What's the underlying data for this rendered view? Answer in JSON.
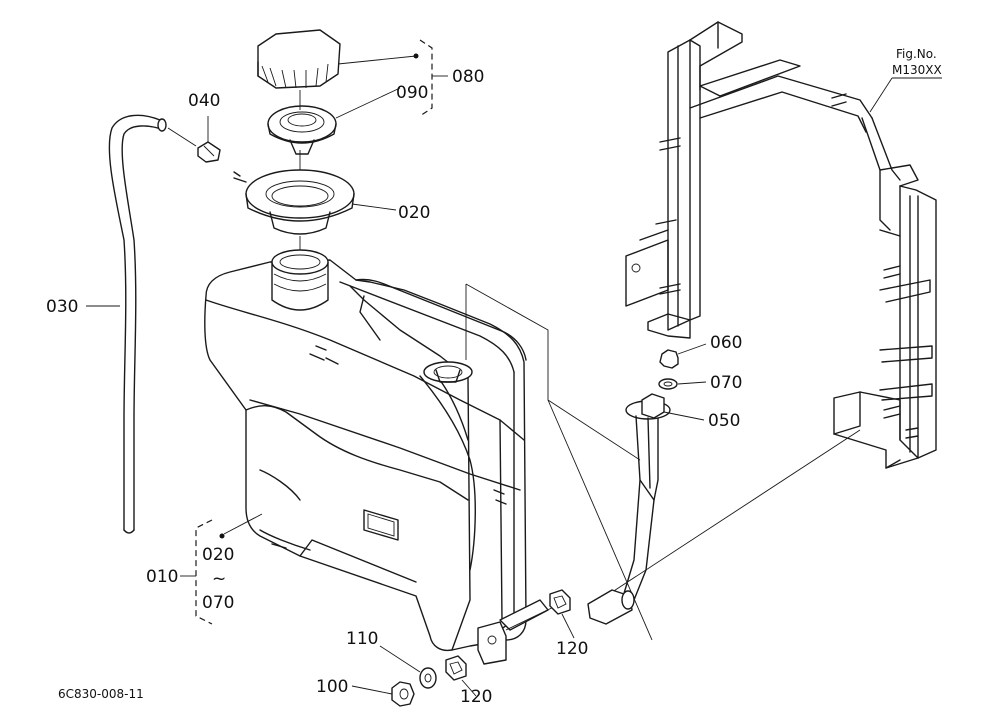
{
  "callouts": {
    "c040": "040",
    "c090": "090",
    "c080": "080",
    "c020_top": "020",
    "c030": "030",
    "c060": "060",
    "c070_top": "070",
    "c050": "050",
    "c010": "010",
    "c020_range": "020",
    "c_tilde": "~",
    "c070_range": "070",
    "c110": "110",
    "c100": "100",
    "c120_bottom": "120",
    "c120_right": "120"
  },
  "fig_ref": {
    "line1": "Fig.No.",
    "line2": "M130XX"
  },
  "drawing_number": "6C830-008-11"
}
